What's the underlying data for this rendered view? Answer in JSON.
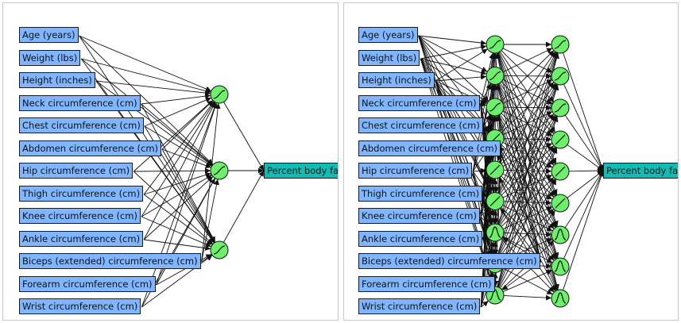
{
  "colors": {
    "input_fill": "#7fb6ff",
    "output_fill": "#10bcb4",
    "node_fill": "#6cf06c",
    "edge": "#111111",
    "panel_border": "#c8c8c8"
  },
  "inputs": [
    "Age (years)",
    "Weight (lbs)",
    "Height (inches)",
    "Neck circumference (cm)",
    "Chest circumference (cm)",
    "Abdomen circumference (cm)",
    "Hip circumference (cm)",
    "Thigh circumference (cm)",
    "Knee circumference (cm)",
    "Ankle circumference (cm)",
    "Biceps (extended) circumference (cm)",
    "Forearm circumference (cm)",
    "Wrist circumference (cm)"
  ],
  "output": "Percent body fat",
  "networks": [
    {
      "name": "left",
      "hidden_layers": [
        [
          "sigmoid-icon",
          "sigmoid-icon",
          "sigmoid-icon"
        ]
      ]
    },
    {
      "name": "right",
      "hidden_layers": [
        [
          "sigmoid-icon",
          "sigmoid-icon",
          "sigmoid-icon",
          "linear-icon",
          "linear-icon",
          "linear-icon",
          "gaussian-icon",
          "gaussian-icon",
          "gaussian-icon"
        ],
        [
          "sigmoid-icon",
          "sigmoid-icon",
          "sigmoid-icon",
          "linear-icon",
          "linear-icon",
          "linear-icon",
          "gaussian-icon",
          "gaussian-icon",
          "gaussian-icon"
        ]
      ]
    }
  ]
}
